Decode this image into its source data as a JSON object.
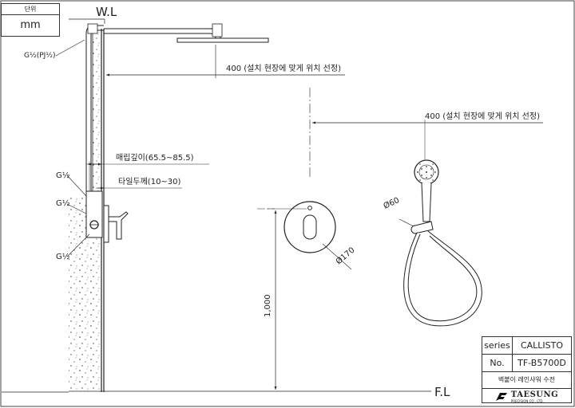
{
  "unit": {
    "header": "단위",
    "value": "mm"
  },
  "labels": {
    "water_level": "W.L",
    "floor_level": "F.L",
    "thread_top": "G½(PJ½)",
    "thread_1": "G½",
    "thread_2": "G½",
    "thread_3": "G½",
    "dim_top_arm": "400 (설치 현장에 맞게 위치 선정)",
    "dim_right_arm": "400 (설치 현장에 맞게 위치 선정)",
    "burial_depth": "매립깊이(65.5~85.5)",
    "tile_thickness": "타일두께(10~30)",
    "height_from_floor": "1,000",
    "diameter_plate": "Ø170",
    "diameter_holder": "Ø60"
  },
  "spec": {
    "series_label": "series",
    "series_value": "CALLISTO",
    "no_label": "No.",
    "no_value": "TF-B5700D",
    "description": "벽붙이 레인샤워 수전",
    "brand": "TAESUNG",
    "brand_sub": "PRECISION CO., LTD."
  }
}
